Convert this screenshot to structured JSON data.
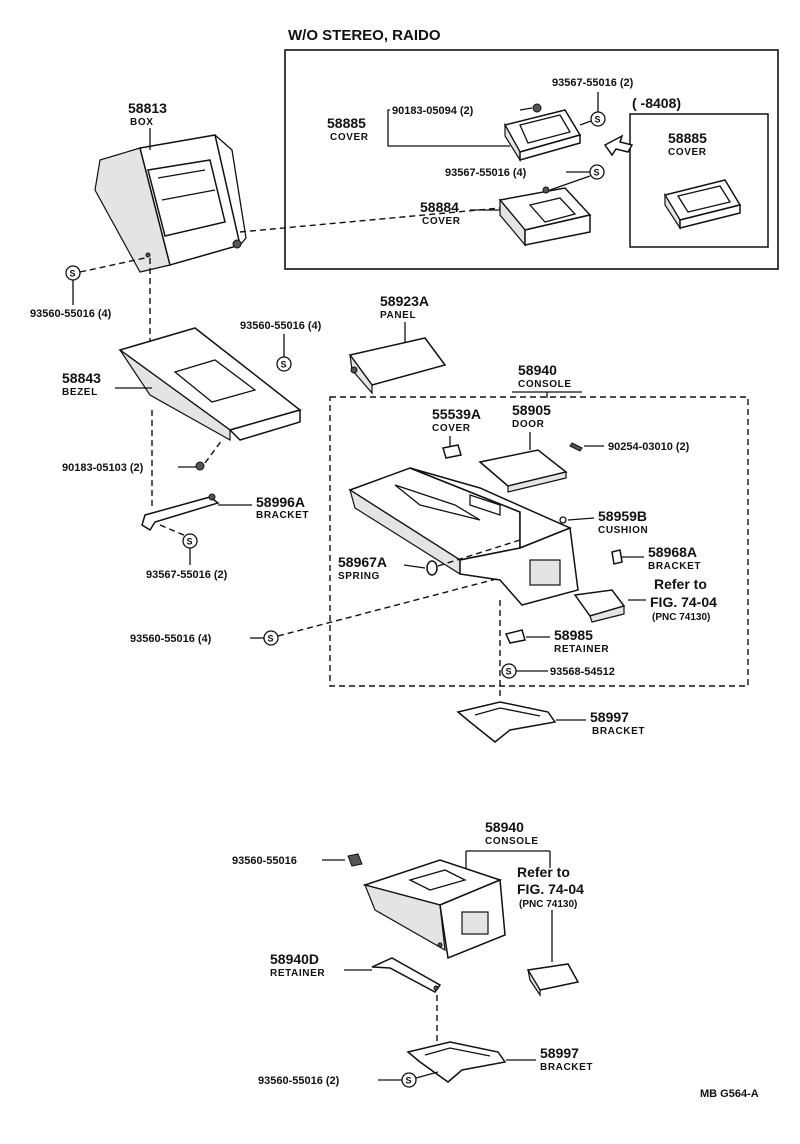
{
  "header": {
    "title": "W/O STEREO, RAIDO"
  },
  "inset": {
    "range": "(      -8408)"
  },
  "parts": {
    "p58813": {
      "num": "58813",
      "name": "BOX"
    },
    "p58885a": {
      "num": "58885",
      "name": "COVER"
    },
    "p58885b": {
      "num": "58885",
      "name": "COVER"
    },
    "p58884": {
      "num": "58884",
      "name": "COVER"
    },
    "p58843": {
      "num": "58843",
      "name": "BEZEL"
    },
    "p58923A": {
      "num": "58923A",
      "name": "PANEL"
    },
    "p58940a": {
      "num": "58940",
      "name": "CONSOLE"
    },
    "p55539A": {
      "num": "55539A",
      "name": "COVER"
    },
    "p58905": {
      "num": "58905",
      "name": "DOOR"
    },
    "p58959B": {
      "num": "58959B",
      "name": "CUSHION"
    },
    "p58968A": {
      "num": "58968A",
      "name": "BRACKET"
    },
    "p58967A": {
      "num": "58967A",
      "name": "SPRING"
    },
    "p58996A": {
      "num": "58996A",
      "name": "BRACKET"
    },
    "p58985": {
      "num": "58985",
      "name": "RETAINER"
    },
    "p58997a": {
      "num": "58997",
      "name": "BRACKET"
    },
    "p58940b": {
      "num": "58940",
      "name": "CONSOLE"
    },
    "p58940D": {
      "num": "58940D",
      "name": "RETAINER"
    },
    "p58997b": {
      "num": "58997",
      "name": "BRACKET"
    }
  },
  "fasteners": {
    "f1": "90183-05094 (2)",
    "f2": "93567-55016 (2)",
    "f3": "93567-55016 (4)",
    "f4": "93560-55016 (4)",
    "f5": "93560-55016 (4)",
    "f6": "90183-05103 (2)",
    "f7": "93567-55016 (2)",
    "f8": "90254-03010 (2)",
    "f9": "93560-55016 (4)",
    "f10": "93568-54512",
    "f11": "93560-55016",
    "f12": "93560-55016 (2)"
  },
  "refs": {
    "r1": {
      "line1": "Refer to",
      "line2": "FIG. 74-04",
      "pnc": "(PNC 74130)"
    },
    "r2": {
      "line1": "Refer to",
      "line2": "FIG. 74-04",
      "pnc": "(PNC 74130)"
    }
  },
  "s_symbol": "S",
  "footer": {
    "code": "MB  G564-A"
  }
}
